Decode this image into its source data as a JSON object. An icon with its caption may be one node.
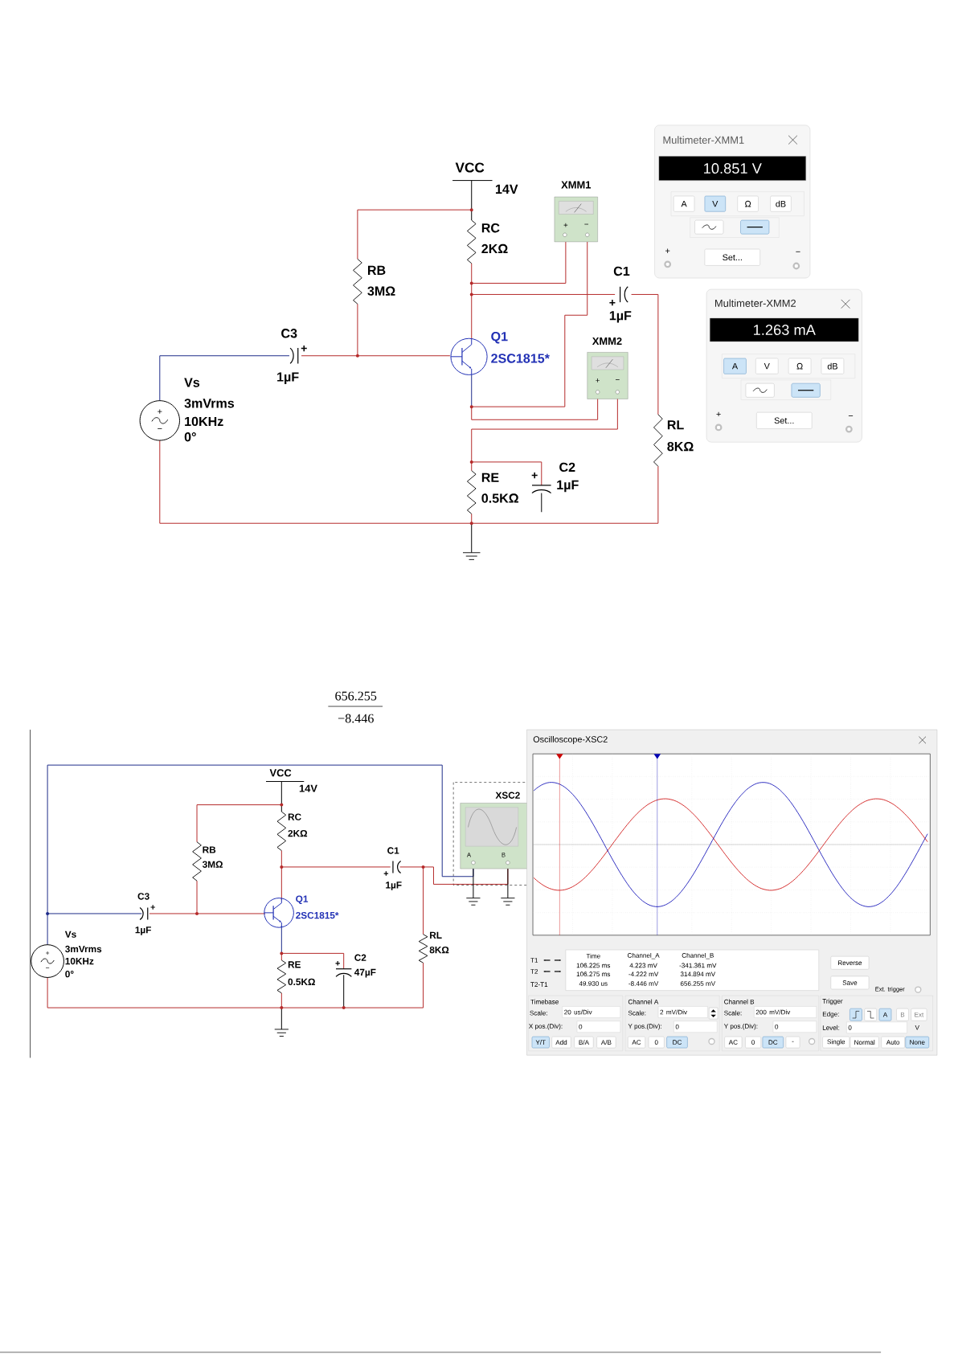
{
  "diagram": {
    "labels": [
      "Multimeter-XMM1",
      "10.851 V",
      "A",
      "V",
      "Ω",
      "dB",
      "VCC",
      "14V",
      "XMM1",
      "+",
      "−",
      "+",
      "Set...",
      "−",
      "RC",
      "2KΩ",
      "RB",
      "3MΩ",
      "C1",
      "Multimeter-XMM2",
      "1.263 mA",
      "+",
      "1µF",
      "C3",
      "Q1",
      "XMM2",
      "+",
      "2SC1815*",
      "A",
      "V",
      "Ω",
      "dB",
      "Vs",
      "1µF",
      "+",
      "−",
      "3mVrms",
      "+",
      "+",
      "Set...",
      "−",
      "10KHz",
      "RL",
      "−",
      "0°",
      "8KΩ",
      "C2",
      "+",
      "RE",
      "1µF",
      "0.5KΩ",
      "656.255",
      "−8.446",
      "Oscilloscope-XSC2",
      "VCC",
      "14V",
      "XSC2",
      "RC",
      "2KΩ",
      "RB",
      "C1",
      "A",
      "B",
      "3MΩ",
      "+",
      "1µF",
      "C3",
      "Q1",
      "+",
      "2SC1815*",
      "Vs",
      "1µF",
      "RL",
      "+",
      "3mVrms",
      "8KΩ",
      "C2",
      "RE",
      "10KHz",
      "+",
      "−",
      "0°",
      "47µF",
      "0.5KΩ",
      "T1",
      "Time",
      "Channel_A",
      "Channel_B",
      "Reverse",
      "106.225 ms",
      "4.223 mV",
      "-341.361 mV",
      "T2",
      "106.275 ms",
      "-4.222 mV",
      "314.894 mV",
      "T2-T1",
      "49.930 us",
      "-8.446 mV",
      "656.255 mV",
      "Save",
      "Ext. trigger",
      "Timebase",
      "Channel A",
      "Channel B",
      "Trigger",
      "Scale:",
      "20 us/Div",
      "Scale:",
      "2 mV/Div",
      "Scale:",
      "200 mV/Div",
      "Edge:",
      "A",
      "B",
      "Ext",
      "X pos.(Div):",
      "0",
      "Y pos.(Div):",
      "0",
      "Y pos.(Div):",
      "0",
      "Level:",
      "0",
      "V",
      "Y/T",
      "Add",
      "B/A",
      "A/B",
      "AC",
      "0",
      "DC",
      "AC",
      "0",
      "DC",
      "-",
      "Single",
      "Normal",
      "Auto",
      "None"
    ]
  }
}
